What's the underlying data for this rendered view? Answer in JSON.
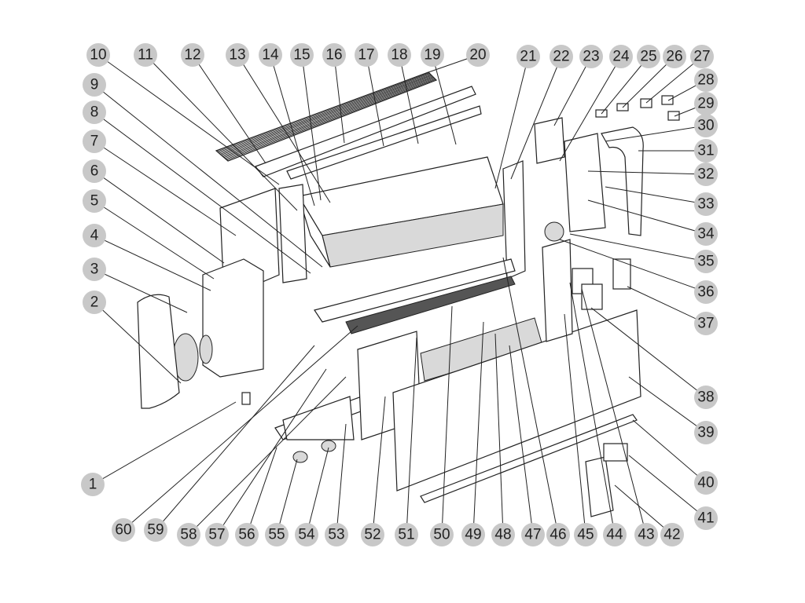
{
  "diagram": {
    "balloon_color": "#c8c8c8",
    "line_color": "#222222",
    "callouts": [
      {
        "n": "1"
      },
      {
        "n": "2"
      },
      {
        "n": "3"
      },
      {
        "n": "4"
      },
      {
        "n": "5"
      },
      {
        "n": "6"
      },
      {
        "n": "7"
      },
      {
        "n": "8"
      },
      {
        "n": "9"
      },
      {
        "n": "10"
      },
      {
        "n": "11"
      },
      {
        "n": "12"
      },
      {
        "n": "13"
      },
      {
        "n": "14"
      },
      {
        "n": "15"
      },
      {
        "n": "16"
      },
      {
        "n": "17"
      },
      {
        "n": "18"
      },
      {
        "n": "19"
      },
      {
        "n": "20"
      },
      {
        "n": "21"
      },
      {
        "n": "22"
      },
      {
        "n": "23"
      },
      {
        "n": "24"
      },
      {
        "n": "25"
      },
      {
        "n": "26"
      },
      {
        "n": "27"
      },
      {
        "n": "28"
      },
      {
        "n": "29"
      },
      {
        "n": "30"
      },
      {
        "n": "31"
      },
      {
        "n": "32"
      },
      {
        "n": "33"
      },
      {
        "n": "34"
      },
      {
        "n": "35"
      },
      {
        "n": "36"
      },
      {
        "n": "37"
      },
      {
        "n": "38"
      },
      {
        "n": "39"
      },
      {
        "n": "40"
      },
      {
        "n": "41"
      },
      {
        "n": "42"
      },
      {
        "n": "43"
      },
      {
        "n": "44"
      },
      {
        "n": "45"
      },
      {
        "n": "46"
      },
      {
        "n": "47"
      },
      {
        "n": "48"
      },
      {
        "n": "49"
      },
      {
        "n": "50"
      },
      {
        "n": "51"
      },
      {
        "n": "52"
      },
      {
        "n": "53"
      },
      {
        "n": "54"
      },
      {
        "n": "55"
      },
      {
        "n": "56"
      },
      {
        "n": "57"
      },
      {
        "n": "58"
      },
      {
        "n": "59"
      },
      {
        "n": "60"
      }
    ]
  }
}
